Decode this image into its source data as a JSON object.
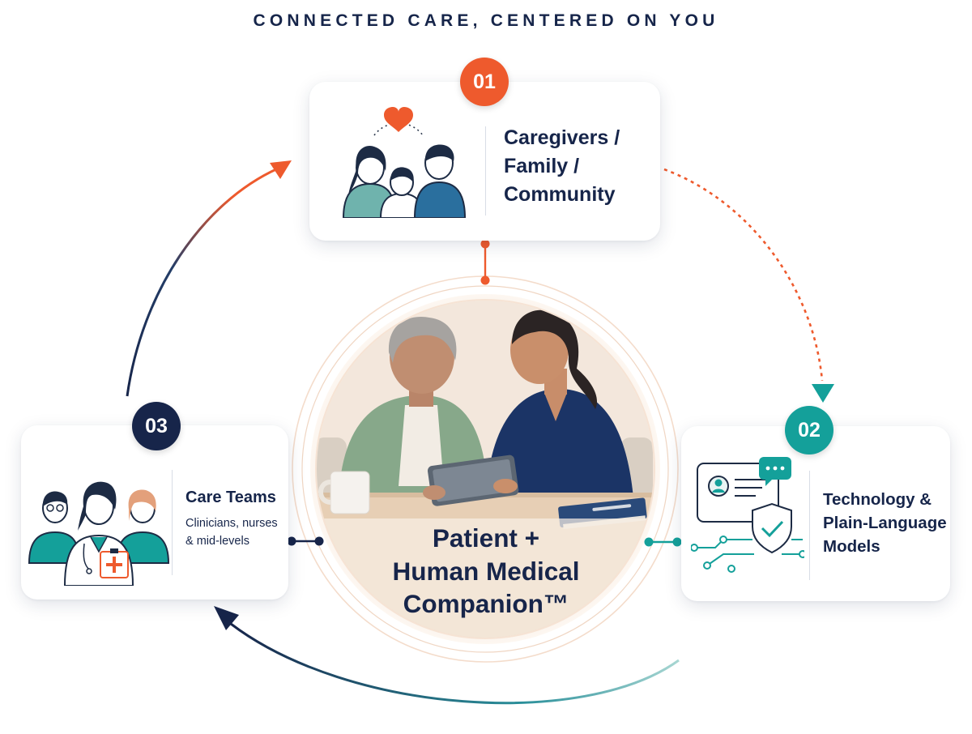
{
  "header": {
    "title": "CONNECTED CARE, CENTERED ON YOU"
  },
  "center": {
    "caption_line1": "Patient +",
    "caption_line2": "Human Medical",
    "caption_line3": "Companion™"
  },
  "nodes": [
    {
      "badge": "01",
      "title_lines": [
        "Caregivers /",
        "Family /",
        "Community"
      ],
      "color": "#ee5a2d"
    },
    {
      "badge": "02",
      "title_lines": [
        "Technology &",
        "Plain-Language",
        "Models"
      ],
      "color": "#14a09a"
    },
    {
      "badge": "03",
      "title_lines": [
        "Care Teams"
      ],
      "subtitle_lines": [
        "Clinicians, nurses",
        "& mid-levels"
      ],
      "color": "#17254a"
    }
  ],
  "colors": {
    "navy": "#17254a",
    "orange": "#ee5a2d",
    "teal": "#14a09a",
    "blue": "#2a6f9e",
    "light_teal": "#6fb3ad"
  },
  "icons": [
    "family-heart-icon",
    "technology-shield-icon",
    "care-team-icon",
    "patient-companion-illustration"
  ]
}
